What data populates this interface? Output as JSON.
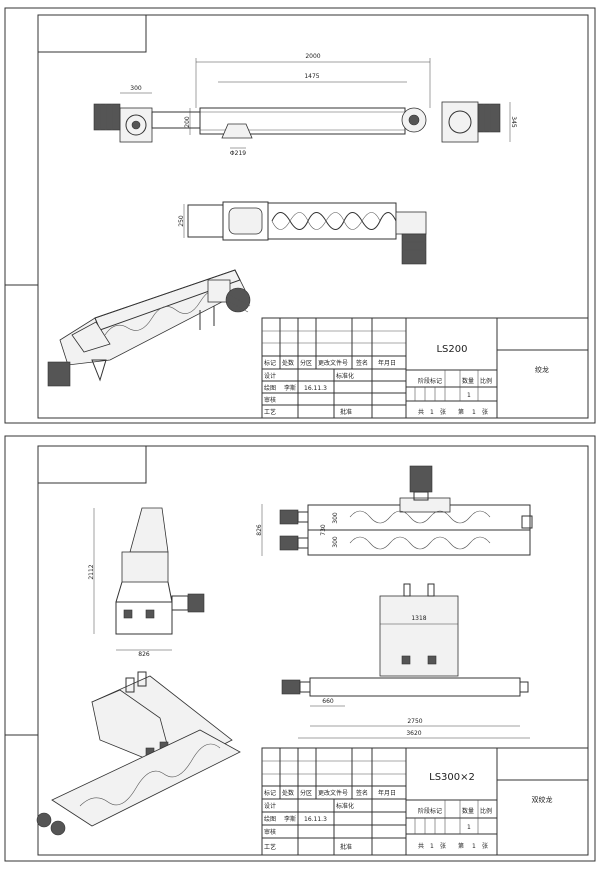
{
  "sheets": [
    {
      "model": "LS200",
      "name": "绞龙",
      "dims": {
        "total_length": "2000",
        "pitch_length": "1475",
        "gearbox_width": "300",
        "height": "200",
        "inlet_dia": "Φ219",
        "motor_height": "345",
        "body_width": "250"
      },
      "title_block": {
        "h1": "标记",
        "h2": "处数",
        "h3": "分区",
        "h4": "更改文件号",
        "h5": "签名",
        "h6": "年月日",
        "design": "设计",
        "standardize": "标准化",
        "drawn": "绘图",
        "drawer": "李斯",
        "date": "16.11.3",
        "review": "审核",
        "craft": "工艺",
        "approve": "批准",
        "stage": "阶段标记",
        "qty": "数量",
        "scale": "比例",
        "qty_val": "1",
        "total": "共",
        "total_n": "1",
        "sheet_unit": "张",
        "nth": "第",
        "nth_n": "1",
        "sheet_unit2": "张"
      }
    },
    {
      "model": "LS300×2",
      "name": "双绞龙",
      "dims": {
        "side_height": "2112",
        "side_width": "826",
        "top_width": "826",
        "inner_1": "300",
        "inner_2": "730",
        "inner_3": "300",
        "hopper_width": "1318",
        "inlet_offset": "660",
        "screw_length": "2750",
        "total_length": "3620"
      },
      "title_block": {
        "h1": "标记",
        "h2": "处数",
        "h3": "分区",
        "h4": "更改文件号",
        "h5": "签名",
        "h6": "年月日",
        "design": "设计",
        "standardize": "标准化",
        "drawn": "绘图",
        "drawer": "李斯",
        "date": "16.11.3",
        "review": "审核",
        "craft": "工艺",
        "approve": "批准",
        "stage": "阶段标记",
        "qty": "数量",
        "scale": "比例",
        "qty_val": "1",
        "total": "共",
        "total_n": "1",
        "sheet_unit": "张",
        "nth": "第",
        "nth_n": "1",
        "sheet_unit2": "张"
      }
    }
  ]
}
